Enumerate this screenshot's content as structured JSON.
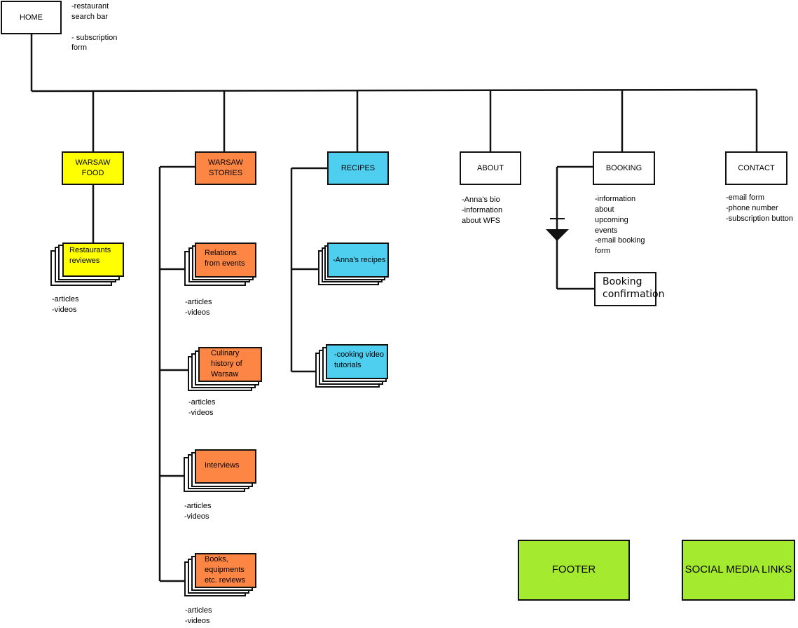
{
  "home": {
    "label": "HOME",
    "note": "-restaurant\nsearch bar\n\n- subscription\nform"
  },
  "sections": {
    "warsaw_food": {
      "label": "WARSAW\nFOOD",
      "children": [
        {
          "label": "Restaurants\nreviewes",
          "note": "-articles\n-videos"
        }
      ]
    },
    "warsaw_stories": {
      "label": "WARSAW\nSTORIES",
      "children": [
        {
          "label": "Relations\nfrom events",
          "note": "-articles\n-videos"
        },
        {
          "label": "Culinary\nhistory of\nWarsaw",
          "note": "-articles\n-videos"
        },
        {
          "label": "Interviews",
          "note": "-articles\n-videos"
        },
        {
          "label": "Books,\nequipments\netc. reviews",
          "note": "-articles\n-videos"
        }
      ]
    },
    "recipes": {
      "label": "RECIPES",
      "children": [
        {
          "label": "-Anna's recipes"
        },
        {
          "label": "-cooking video\ntutorials"
        }
      ]
    },
    "about": {
      "label": "ABOUT",
      "note": "-Anna's bio\n-information\nabout WFS"
    },
    "booking": {
      "label": "BOOKING",
      "note": "-information\nabout\nupcoming\nevents\n-email booking\nform",
      "confirmation": "Booking\nconfirmation"
    },
    "contact": {
      "label": "CONTACT",
      "note": "-email form\n-phone number\n-subscription button"
    }
  },
  "footer": {
    "label": "FOOTER"
  },
  "social": {
    "label": "SOCIAL MEDIA LINKS"
  },
  "colors": {
    "yellow": "#ffff00",
    "orange": "#fe8644",
    "blue": "#4fcff0",
    "green": "#a4ea2e",
    "line": "#111111"
  }
}
